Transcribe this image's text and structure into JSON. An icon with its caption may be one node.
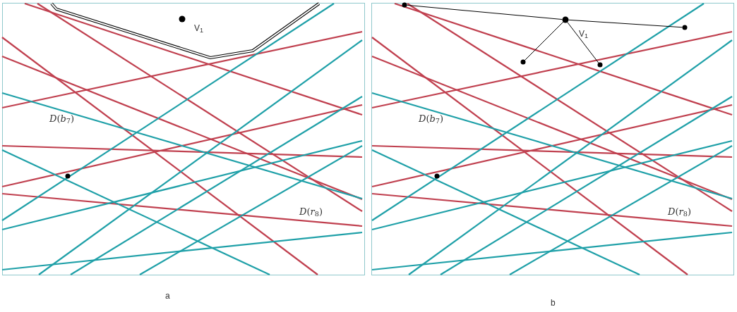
{
  "diagram": {
    "nodes": [
      {
        "text": [],
        "shape": "circle"
      },
      {
        "text": [],
        "shape": "circle"
      },
      {
        "text": [],
        "shape": "circle"
      },
      {
        "text": [],
        "shape": "circle"
      },
      {
        "text": [],
        "shape": "circle"
      }
    ],
    "edges": [
      {
        "from": 1,
        "to": 0,
        "arrow": "none"
      },
      {
        "from": 1,
        "to": 2,
        "arrow": "none"
      },
      {
        "from": 1,
        "to": 3,
        "arrow": "none"
      },
      {
        "from": 1,
        "to": 4,
        "arrow": "none"
      }
    ],
    "labels": [
      "V$_{1}$",
      "*D*(*b*$_{7}$)",
      "*D*(*r*$_{8}$)",
      "a",
      "V$_{1}$",
      "*D*(*b*$_{7}$)",
      "*D*(*r*$_{8}$)",
      "b"
    ]
  }
}
